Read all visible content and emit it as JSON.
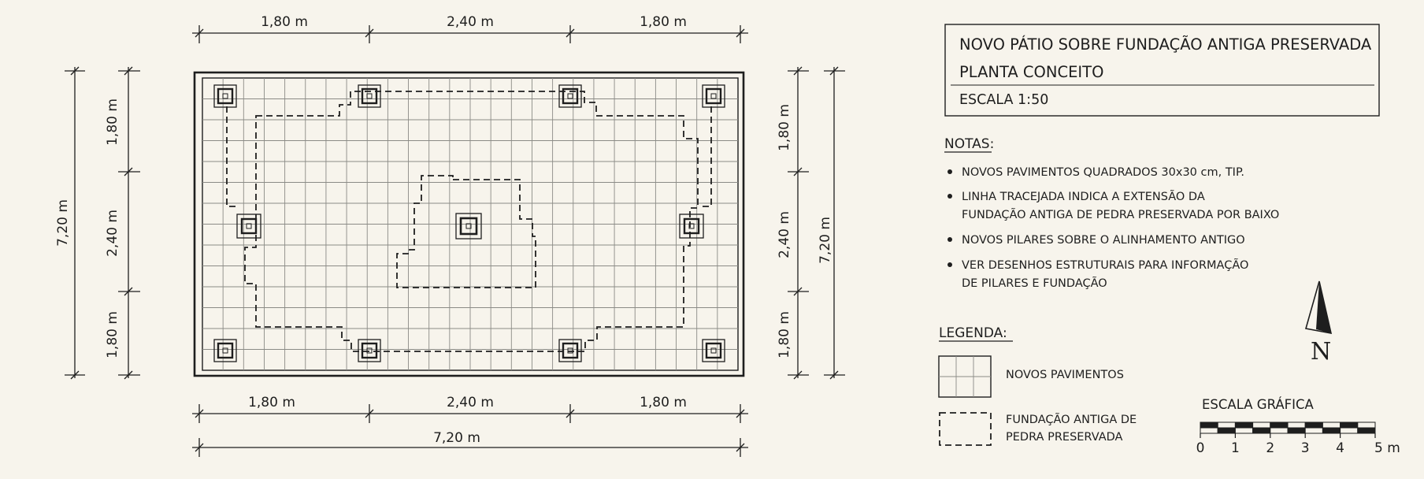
{
  "title_block": {
    "title": "NOVO PÁTIO SOBRE FUNDAÇÃO ANTIGA PRESERVADA",
    "subtitle": "PLANTA CONCEITO",
    "scale": "ESCALA 1:50"
  },
  "notes": {
    "heading": "NOTAS:",
    "items": [
      "NOVOS PAVIMENTOS QUADRADOS 30x30 cm, TIP.",
      "LINHA TRACEJADA INDICA A EXTENSÃO DA",
      "FUNDAÇÃO ANTIGA DE PEDRA PRESERVADA POR BAIXO",
      "NOVOS PILARES SOBRE O ALINHAMENTO ANTIGO",
      "VER DESENHOS ESTRUTURAIS PARA INFORMAÇÃO",
      "DE PILARES E FUNDAÇÃO"
    ]
  },
  "legend": {
    "heading": "LEGENDA:",
    "pavers": "NOVOS PAVIMENTOS",
    "foundation_line1": "FUNDAÇÃO ANTIGA DE",
    "foundation_line2": "PEDRA PRESERVADA"
  },
  "dimensions": {
    "top": [
      "1,80 m",
      "2,40 m",
      "1,80 m"
    ],
    "bottom": [
      "1,80 m",
      "2,40 m",
      "1,80 m"
    ],
    "overall": "7,20 m",
    "left_parts": [
      "1,80 m",
      "2,40 m",
      "1,80 m"
    ],
    "right_parts": [
      "1,80 m",
      "2,40 m",
      "1,80 m"
    ],
    "left_overall": "7,20 m",
    "right_overall": "7,20 m"
  },
  "north": {
    "label": "N"
  },
  "scale_bar": {
    "heading": "ESCALA GRÁFICA",
    "ticks": [
      "0",
      "1",
      "2",
      "3",
      "4",
      "5 m"
    ]
  }
}
